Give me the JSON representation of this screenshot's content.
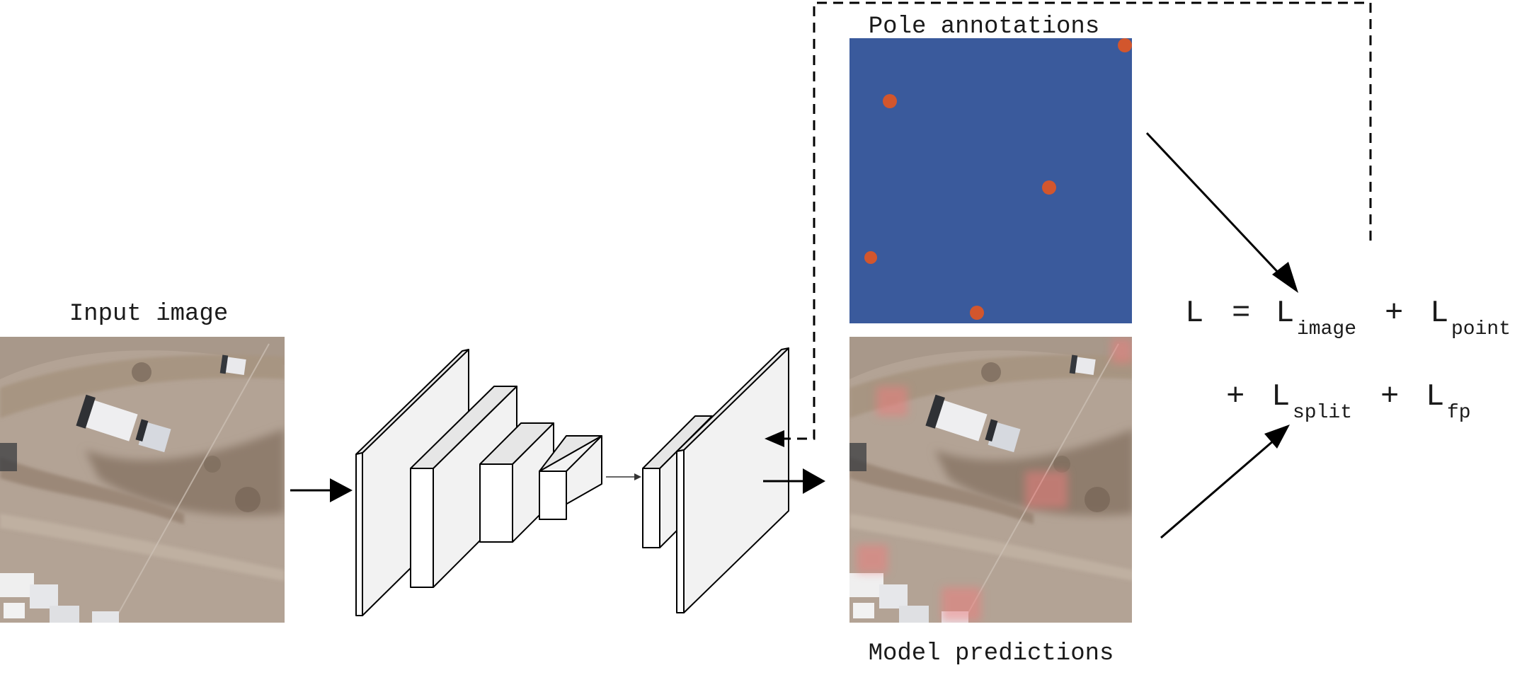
{
  "labels": {
    "input_image": "Input image",
    "pole_annotations": "Pole annotations",
    "model_predictions": "Model predictions"
  },
  "equation": {
    "line1": {
      "lhs": "L",
      "equals": "=",
      "term1": "L",
      "term1_sub": "image",
      "plus1": "+",
      "term2": "L",
      "term2_sub": "point"
    },
    "line2": {
      "plus1": "+",
      "term1": "L",
      "term1_sub": "split",
      "plus2": "+",
      "term2": "L",
      "term2_sub": "fp"
    }
  },
  "colors": {
    "annotation_background": "#3a5a9c",
    "pole_marker": "#d2562d",
    "prediction_highlight": "#f07a7a",
    "ground": "#b3a395",
    "line": "#000000"
  }
}
